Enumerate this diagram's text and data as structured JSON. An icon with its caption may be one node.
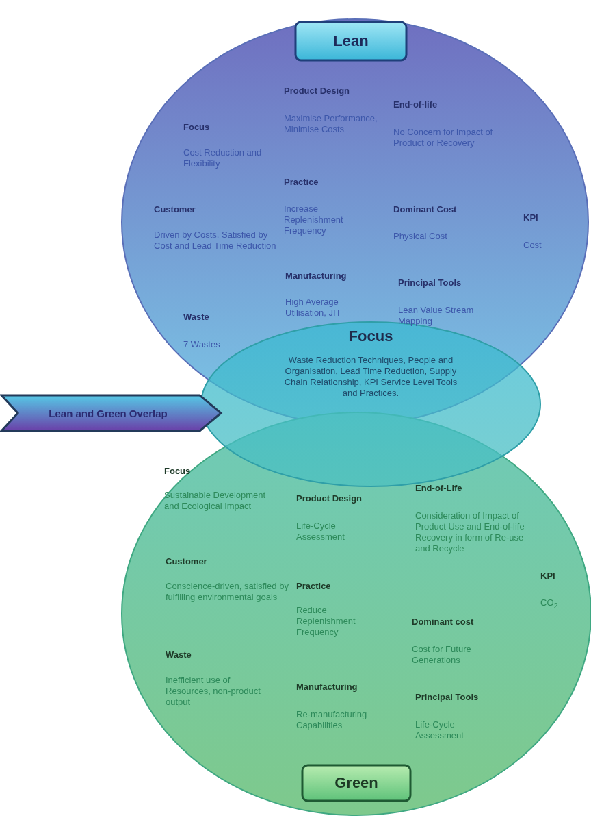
{
  "diagram": {
    "nodes": [
      {
        "text": [],
        "shape": "circle"
      },
      {
        "text": [
          "Lean"
        ],
        "in": 0
      },
      {
        "text": [
          "Focus",
          "Waste Reduction Techniques, People and Organisation, Lead Time Reduction, Supply Chain Relationship, KPI Service Level Tools and Practices."
        ]
      },
      {
        "text": [
          "Lean and Green Overlap"
        ]
      },
      {
        "text": [],
        "shape": "circle"
      },
      {
        "text": [
          "Green"
        ],
        "in": 4
      }
    ],
    "labels": [
      "Product Design",
      "Maximise Performance, Minimise Costs",
      "End-of-life",
      "Focus",
      "No Concern for Impact of Product or Recovery",
      "Cost Reduction and Flexibility",
      "Practice",
      "Customer",
      "Increase Replenishment Frequency",
      "Dominant Cost",
      "KPI",
      "Driven by Costs, Satisfied by Cost and Lead Time Reduction",
      "Physical Cost",
      "Cost",
      "Manufacturing",
      "Principal Tools",
      "High Average Utilisation, JIT",
      "Lean Value Stream Mapping",
      "Waste",
      "7 Wastes",
      "Focus",
      "Sustainable Development and Ecological Impact",
      "End-of-Life",
      "Product Design",
      "Consideration of Impact of Product Use and End-of-life Recovery in form of Re-use and Recycle",
      "Life-Cycle Assessment",
      "Customer",
      "Practice",
      "Conscience-driven, satisfied by fulfilling environmental goals",
      "KPI",
      "CO$_{2}$",
      "Reduce Replenishment Frequency",
      "Dominant cost",
      "Waste",
      "Cost for Future Generations",
      "Inefficient use of Resources, non-product output",
      "Manufacturing",
      "Principal Tools",
      "Re-manufacturing Capabilities",
      "Life-Cycle Assessment"
    ]
  }
}
